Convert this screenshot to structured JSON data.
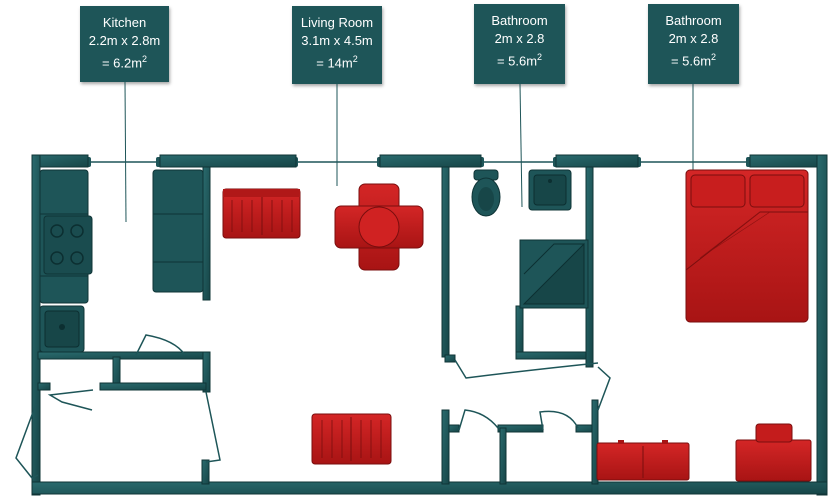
{
  "rooms": [
    {
      "name": "Kitchen",
      "dims": "2.2m x 2.8m",
      "area_prefix": "= 6.2m",
      "area_sup": "2"
    },
    {
      "name": "Living Room",
      "dims": "3.1m x 4.5m",
      "area_prefix": "= 14m",
      "area_sup": "2"
    },
    {
      "name": "Bathroom",
      "dims": "2m x 2.8",
      "area_prefix": "= 5.6m",
      "area_sup": "2"
    },
    {
      "name": "Bathroom",
      "dims": "2m x 2.8",
      "area_prefix": "= 5.6m",
      "area_sup": "2"
    }
  ],
  "colors": {
    "wall": "#1e5558",
    "wall_dark": "#123a3c",
    "label_bg": "#1e5558",
    "furniture_red": "#c61c1c",
    "furniture_dark_red": "#8e1212"
  }
}
